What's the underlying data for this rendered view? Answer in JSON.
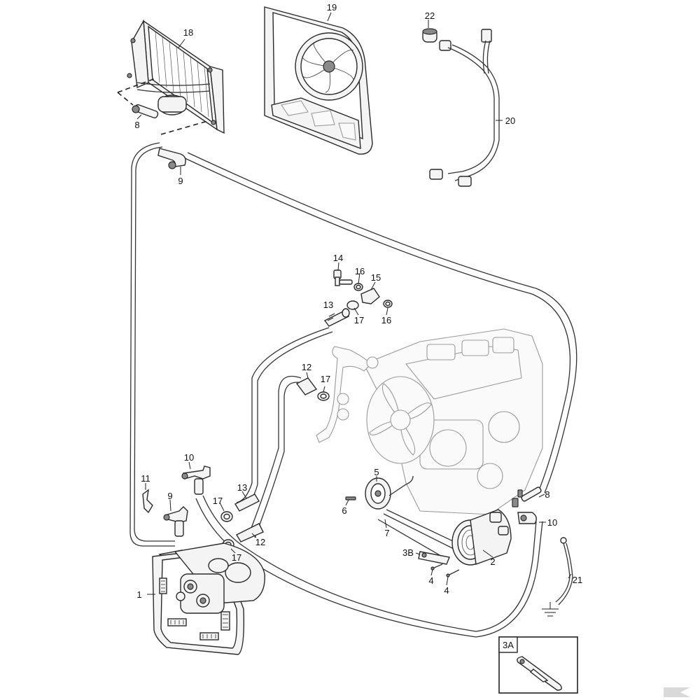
{
  "callouts": [
    {
      "id": "c1",
      "text": "1"
    },
    {
      "id": "c2",
      "text": "2"
    },
    {
      "id": "c3b",
      "text": "3B"
    },
    {
      "id": "c4a",
      "text": "4"
    },
    {
      "id": "c4b",
      "text": "4"
    },
    {
      "id": "c5",
      "text": "5"
    },
    {
      "id": "c6",
      "text": "6"
    },
    {
      "id": "c7",
      "text": "7"
    },
    {
      "id": "c8a",
      "text": "8"
    },
    {
      "id": "c8b",
      "text": "8"
    },
    {
      "id": "c9a",
      "text": "9"
    },
    {
      "id": "c9b",
      "text": "9"
    },
    {
      "id": "c10a",
      "text": "10"
    },
    {
      "id": "c10b",
      "text": "10"
    },
    {
      "id": "c11",
      "text": "11"
    },
    {
      "id": "c12a",
      "text": "12"
    },
    {
      "id": "c12b",
      "text": "12"
    },
    {
      "id": "c13a",
      "text": "13"
    },
    {
      "id": "c13b",
      "text": "13"
    },
    {
      "id": "c14",
      "text": "14"
    },
    {
      "id": "c15",
      "text": "15"
    },
    {
      "id": "c16a",
      "text": "16"
    },
    {
      "id": "c16b",
      "text": "16"
    },
    {
      "id": "c17a",
      "text": "17"
    },
    {
      "id": "c17b",
      "text": "17"
    },
    {
      "id": "c17c",
      "text": "17"
    },
    {
      "id": "c17d",
      "text": "17"
    },
    {
      "id": "c18",
      "text": "18"
    },
    {
      "id": "c19",
      "text": "19"
    },
    {
      "id": "c20",
      "text": "20"
    },
    {
      "id": "c21",
      "text": "21"
    },
    {
      "id": "c22",
      "text": "22"
    }
  ],
  "inset": {
    "label": "3A"
  },
  "colors": {
    "line": "#2a2a2a",
    "fill": "#f4f4f4",
    "ghost": "#9a9a9a",
    "brand": "#d9d9d9"
  },
  "icons": {
    "ground": "ground-symbol-icon",
    "brand": "brand-k-logo-icon"
  }
}
